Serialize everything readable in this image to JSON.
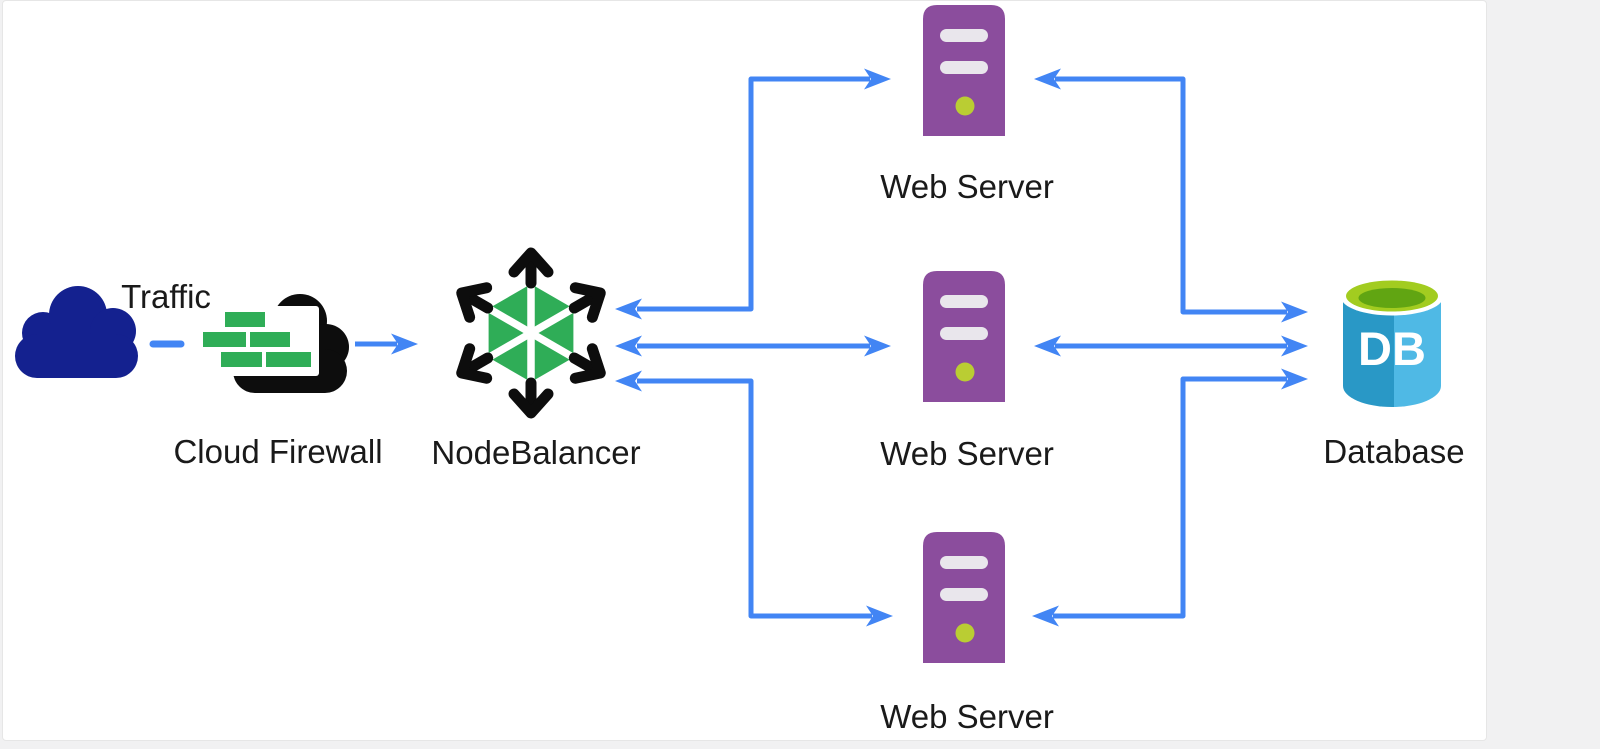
{
  "background": {
    "page_bg": "#f1f1f2",
    "panel_bg": "#ffffff"
  },
  "diagram": {
    "edge_color": "#4285F4",
    "nodes": {
      "traffic": {
        "label": "Traffic",
        "icon": "cloud-icon",
        "color": "#14218F"
      },
      "firewall": {
        "label": "Cloud Firewall",
        "icon": "firewall-brick-cloud-icon",
        "brick_color": "#2FAD57",
        "cloud_color": "#0D0D0D"
      },
      "nodebalancer": {
        "label": "NodeBalancer",
        "icon": "nodebalancer-hexagon-icon",
        "hex_color": "#2FAD57",
        "arrow_color": "#0D0D0D"
      },
      "webserver1": {
        "label": "Web Server",
        "icon": "server-tower-icon",
        "color": "#8B4D9D",
        "led_color": "#BACD33"
      },
      "webserver2": {
        "label": "Web Server",
        "icon": "server-tower-icon",
        "color": "#8B4D9D",
        "led_color": "#BACD33"
      },
      "webserver3": {
        "label": "Web Server",
        "icon": "server-tower-icon",
        "color": "#8B4D9D",
        "led_color": "#BACD33"
      },
      "database": {
        "label": "Database",
        "badge": "DB",
        "icon": "database-cylinder-icon",
        "body_colors": [
          "#2998C6",
          "#4FB9E5"
        ],
        "top_colors": [
          "#A2CC20",
          "#61A512"
        ]
      }
    },
    "edges": [
      {
        "from": "traffic",
        "to": "firewall",
        "style": "dashed"
      },
      {
        "from": "firewall",
        "to": "nodebalancer",
        "style": "arrow"
      },
      {
        "from": "nodebalancer",
        "to": "webserver1",
        "style": "bidirectional"
      },
      {
        "from": "nodebalancer",
        "to": "webserver2",
        "style": "bidirectional"
      },
      {
        "from": "nodebalancer",
        "to": "webserver3",
        "style": "bidirectional"
      },
      {
        "from": "webserver1",
        "to": "database",
        "style": "bidirectional"
      },
      {
        "from": "webserver2",
        "to": "database",
        "style": "bidirectional"
      },
      {
        "from": "webserver3",
        "to": "database",
        "style": "bidirectional"
      }
    ]
  }
}
